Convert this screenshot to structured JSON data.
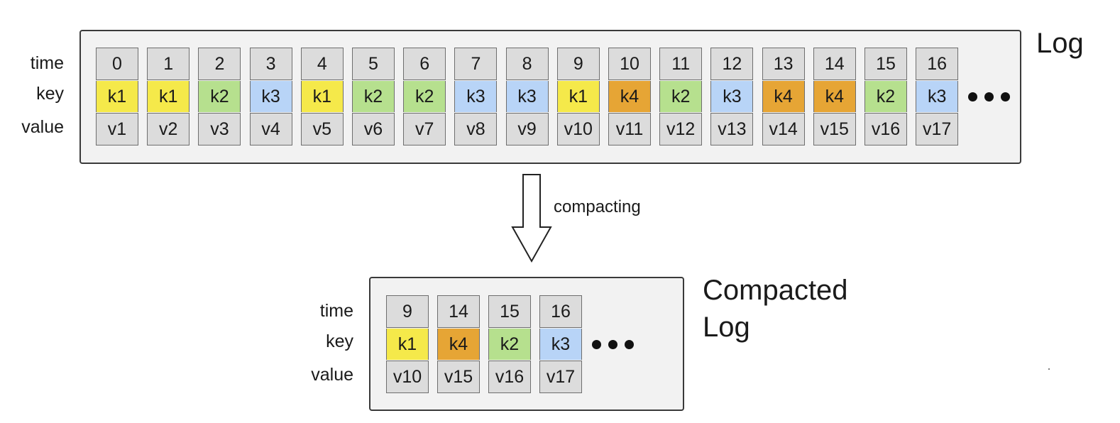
{
  "log": {
    "title": "Log",
    "row_labels": {
      "time": "time",
      "key": "key",
      "value": "value"
    },
    "entries": [
      {
        "time": "0",
        "key": "k1",
        "value": "v1"
      },
      {
        "time": "1",
        "key": "k1",
        "value": "v2"
      },
      {
        "time": "2",
        "key": "k2",
        "value": "v3"
      },
      {
        "time": "3",
        "key": "k3",
        "value": "v4"
      },
      {
        "time": "4",
        "key": "k1",
        "value": "v5"
      },
      {
        "time": "5",
        "key": "k2",
        "value": "v6"
      },
      {
        "time": "6",
        "key": "k2",
        "value": "v7"
      },
      {
        "time": "7",
        "key": "k3",
        "value": "v8"
      },
      {
        "time": "8",
        "key": "k3",
        "value": "v9"
      },
      {
        "time": "9",
        "key": "k1",
        "value": "v10"
      },
      {
        "time": "10",
        "key": "k4",
        "value": "v11"
      },
      {
        "time": "11",
        "key": "k2",
        "value": "v12"
      },
      {
        "time": "12",
        "key": "k3",
        "value": "v13"
      },
      {
        "time": "13",
        "key": "k4",
        "value": "v14"
      },
      {
        "time": "14",
        "key": "k4",
        "value": "v15"
      },
      {
        "time": "15",
        "key": "k2",
        "value": "v16"
      },
      {
        "time": "16",
        "key": "k3",
        "value": "v17"
      }
    ]
  },
  "arrow_label": "compacting",
  "compacted": {
    "title_line1": "Compacted",
    "title_line2": "Log",
    "row_labels": {
      "time": "time",
      "key": "key",
      "value": "value"
    },
    "entries": [
      {
        "time": "9",
        "key": "k1",
        "value": "v10"
      },
      {
        "time": "14",
        "key": "k4",
        "value": "v15"
      },
      {
        "time": "15",
        "key": "k2",
        "value": "v16"
      },
      {
        "time": "16",
        "key": "k3",
        "value": "v17"
      }
    ]
  },
  "key_colors": {
    "k1": "#f5e94a",
    "k2": "#b6e08e",
    "k3": "#b8d4f7",
    "k4": "#e6a535"
  }
}
